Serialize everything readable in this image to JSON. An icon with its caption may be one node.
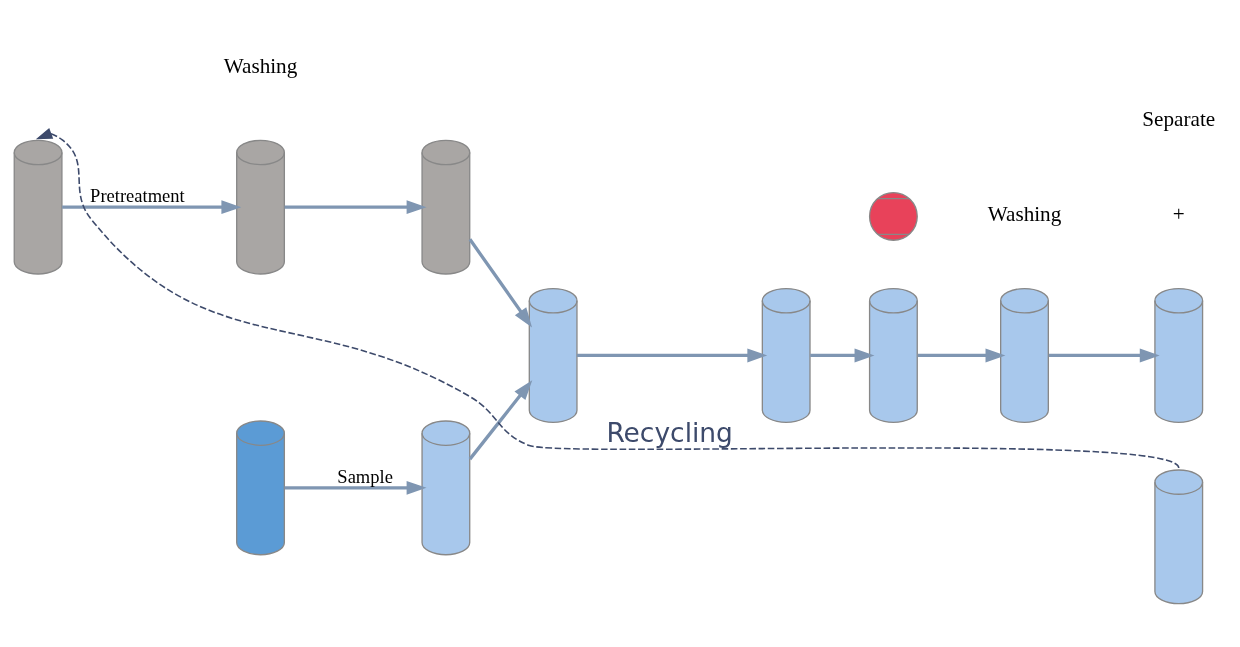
{
  "diagram": {
    "nodes": [
      {
        "text": [],
        "shape": "picture"
      },
      {
        "text": [],
        "shape": "picture"
      },
      {
        "text": [],
        "shape": "picture"
      },
      {
        "text": [],
        "shape": "picture"
      },
      {
        "text": [],
        "shape": "picture"
      },
      {
        "text": [],
        "shape": "picture"
      },
      {
        "text": [],
        "shape": "picture"
      },
      {
        "text": [],
        "shape": "picture"
      },
      {
        "text": [],
        "shape": "magnet"
      },
      {
        "text": [],
        "shape": "picture"
      },
      {
        "text": [],
        "shape": "picture"
      },
      {
        "text": [],
        "shape": "picture"
      }
    ],
    "edges": [
      {
        "from": 0,
        "to": 1,
        "arrow": "to",
        "label": "Pretreatment"
      },
      {
        "from": 1,
        "to": 2,
        "arrow": "to"
      },
      {
        "from": 2,
        "to": 5,
        "arrow": "to"
      },
      {
        "from": 3,
        "to": 4,
        "arrow": "to",
        "label": "Sample"
      },
      {
        "from": 4,
        "to": 5,
        "arrow": "to"
      },
      {
        "from": 5,
        "to": 6,
        "arrow": "to"
      },
      {
        "from": 6,
        "to": 7,
        "arrow": "to"
      },
      {
        "from": 7,
        "to": 9,
        "arrow": "to"
      },
      {
        "from": 9,
        "to": 10,
        "arrow": "to"
      },
      {
        "from": 11,
        "to": 0,
        "arrow": "to",
        "label": "Recycling",
        "style": "dashed",
        "color": "#3d4a6b"
      }
    ],
    "labels": [
      "Washing",
      "+",
      "Washing",
      "Separate"
    ]
  }
}
